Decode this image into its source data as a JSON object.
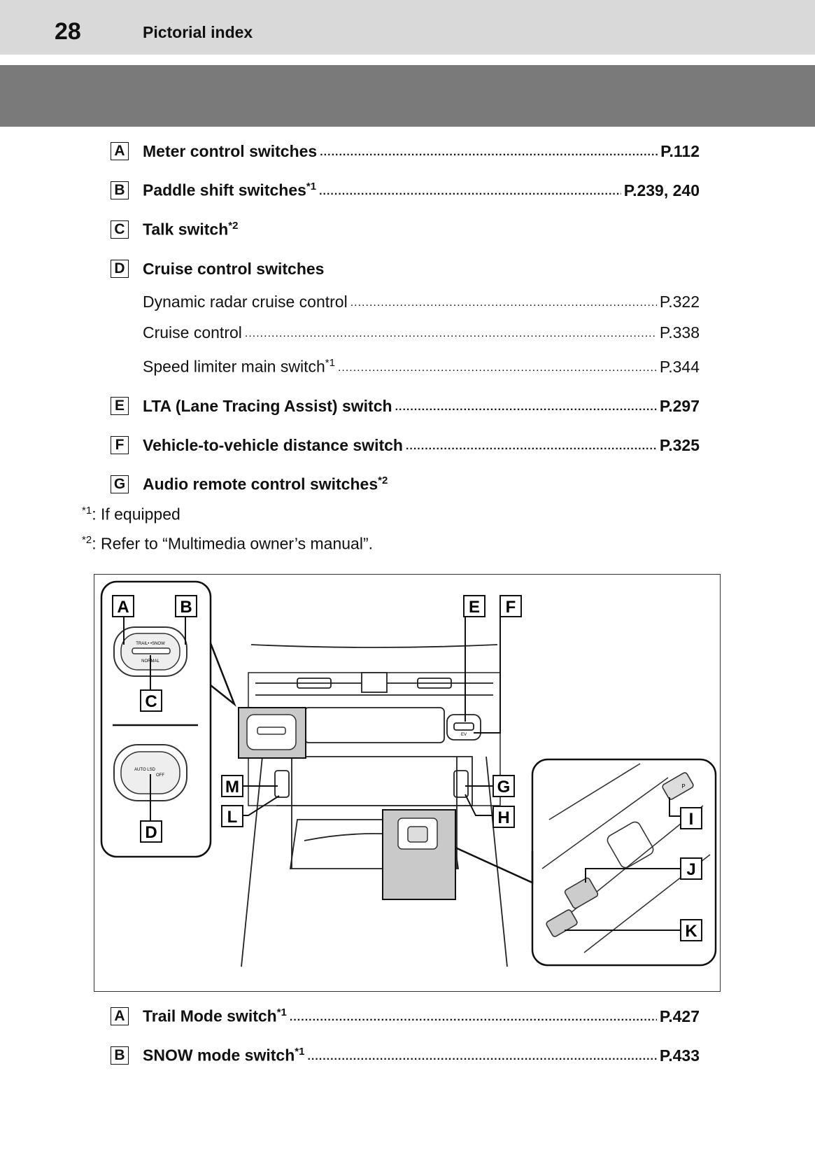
{
  "header": {
    "page_number": "28",
    "section_title": "Pictorial index"
  },
  "entries_top": [
    {
      "letter": "A",
      "label": "Meter control switches",
      "sup": "",
      "page": "P.112",
      "bold": true
    },
    {
      "letter": "B",
      "label": "Paddle shift switches",
      "sup": "*1",
      "page": "P.239, 240",
      "bold": true
    },
    {
      "letter": "C",
      "label": "Talk switch",
      "sup": "*2",
      "page": "",
      "bold": true
    },
    {
      "letter": "D",
      "label": "Cruise control switches",
      "sup": "",
      "page": "",
      "bold": true
    }
  ],
  "cruise_sub": [
    {
      "label": "Dynamic radar cruise control",
      "sup": "",
      "page": "P.322"
    },
    {
      "label": "Cruise control",
      "sup": "",
      "page": "P.338"
    },
    {
      "label": "Speed limiter main switch",
      "sup": "*1",
      "page": "P.344"
    }
  ],
  "entries_mid": [
    {
      "letter": "E",
      "label": "LTA (Lane Tracing Assist) switch",
      "sup": "",
      "page": "P.297"
    },
    {
      "letter": "F",
      "label": "Vehicle-to-vehicle distance switch",
      "sup": "",
      "page": "P.325"
    },
    {
      "letter": "G",
      "label": "Audio remote control switches",
      "sup": "*2",
      "page": ""
    }
  ],
  "footnotes": [
    {
      "mark": "*1",
      "text": ": If equipped"
    },
    {
      "mark": "*2",
      "text": ": Refer to “Multimedia owner’s manual”."
    }
  ],
  "figure": {
    "callouts": [
      "A",
      "B",
      "C",
      "D",
      "E",
      "F",
      "G",
      "H",
      "I",
      "J",
      "K",
      "L",
      "M"
    ],
    "dial_text": {
      "trail_snow": "TRAIL• •SNOW",
      "normal": "NORMAL",
      "auto_lsd": "AUTO LSD",
      "off": "OFF",
      "ev": "EV",
      "p": "P"
    }
  },
  "entries_bottom": [
    {
      "letter": "A",
      "label": "Trail Mode switch",
      "sup": "*1",
      "page": "P.427"
    },
    {
      "letter": "B",
      "label": "SNOW mode switch",
      "sup": "*1",
      "page": "P.433"
    }
  ]
}
